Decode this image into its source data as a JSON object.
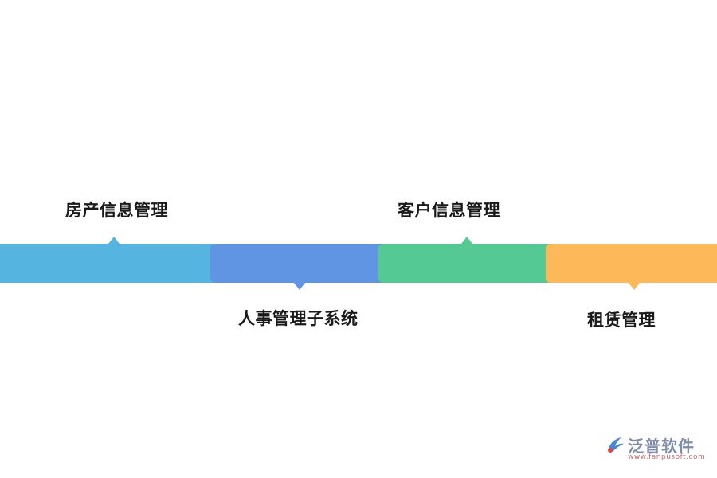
{
  "diagram": {
    "steps": [
      {
        "label": "房产信息管理",
        "color": "#56b4e0"
      },
      {
        "label": "人事管理子系统",
        "color": "#5f95e3"
      },
      {
        "label": "客户信息管理",
        "color": "#55c993"
      },
      {
        "label": "租赁管理",
        "color": "#fdb85a"
      }
    ]
  },
  "watermark": {
    "brand": "泛普软件",
    "url": "www.fanpusoft.com",
    "logo_icon": "fanpu-logo-icon",
    "text_color": "#6b7a99"
  }
}
